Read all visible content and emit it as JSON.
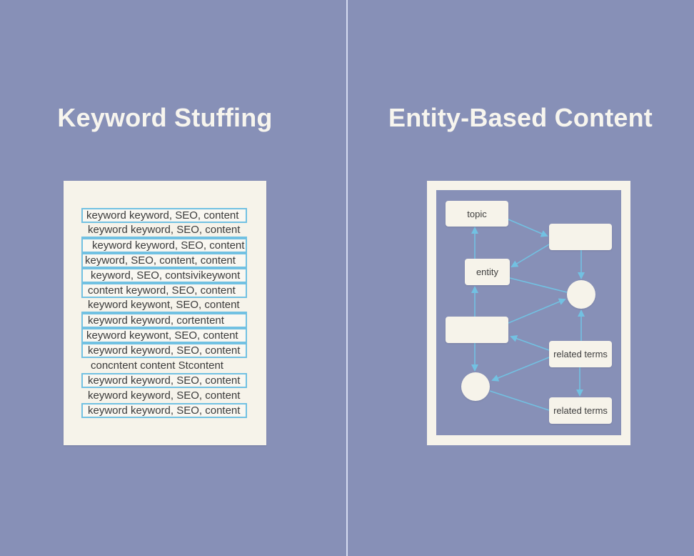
{
  "left_panel": {
    "title": "Keyword Stuffing",
    "lines": [
      {
        "text": "keyword keyword, SEO, content",
        "style": "boxed"
      },
      {
        "text": "keyword keyword, SEO, content",
        "style": "under"
      },
      {
        "text": "keyword keyword, SEO, content",
        "style": "boxed"
      },
      {
        "text": "keyword, SEO, content, content",
        "style": "boxed"
      },
      {
        "text": "keyword, SEO, contsivikeywont",
        "style": "boxed"
      },
      {
        "text": "content keyword, SEO, content",
        "style": "boxed"
      },
      {
        "text": "keyword keywont, SEO, content",
        "style": "under"
      },
      {
        "text": "keyword keyword, cortentent",
        "style": "boxed"
      },
      {
        "text": "keyword keywont, SEO, content",
        "style": "boxed"
      },
      {
        "text": "keyword keyword, SEO, content",
        "style": "boxed"
      },
      {
        "text": "concntent content Stcontent",
        "style": "plain"
      },
      {
        "text": "keyword keyword, SEO, content",
        "style": "boxed"
      },
      {
        "text": "keyword keyword, SEO, content",
        "style": "plain"
      },
      {
        "text": "keyword keyword, SEO, content",
        "style": "boxed"
      }
    ]
  },
  "right_panel": {
    "title": "Entity-Based Content",
    "nodes": {
      "topic": "topic",
      "entity": "entity",
      "empty_top_right": "",
      "empty_mid_left": "",
      "related_terms_1": "related terms",
      "related_terms_2": "related terms"
    }
  },
  "colors": {
    "background": "#8790b7",
    "paper": "#f6f3ea",
    "highlight": "#72c1e2",
    "arrow": "#72c1e2",
    "title_text": "#f7f5ee",
    "body_text": "#3a3a3a"
  }
}
